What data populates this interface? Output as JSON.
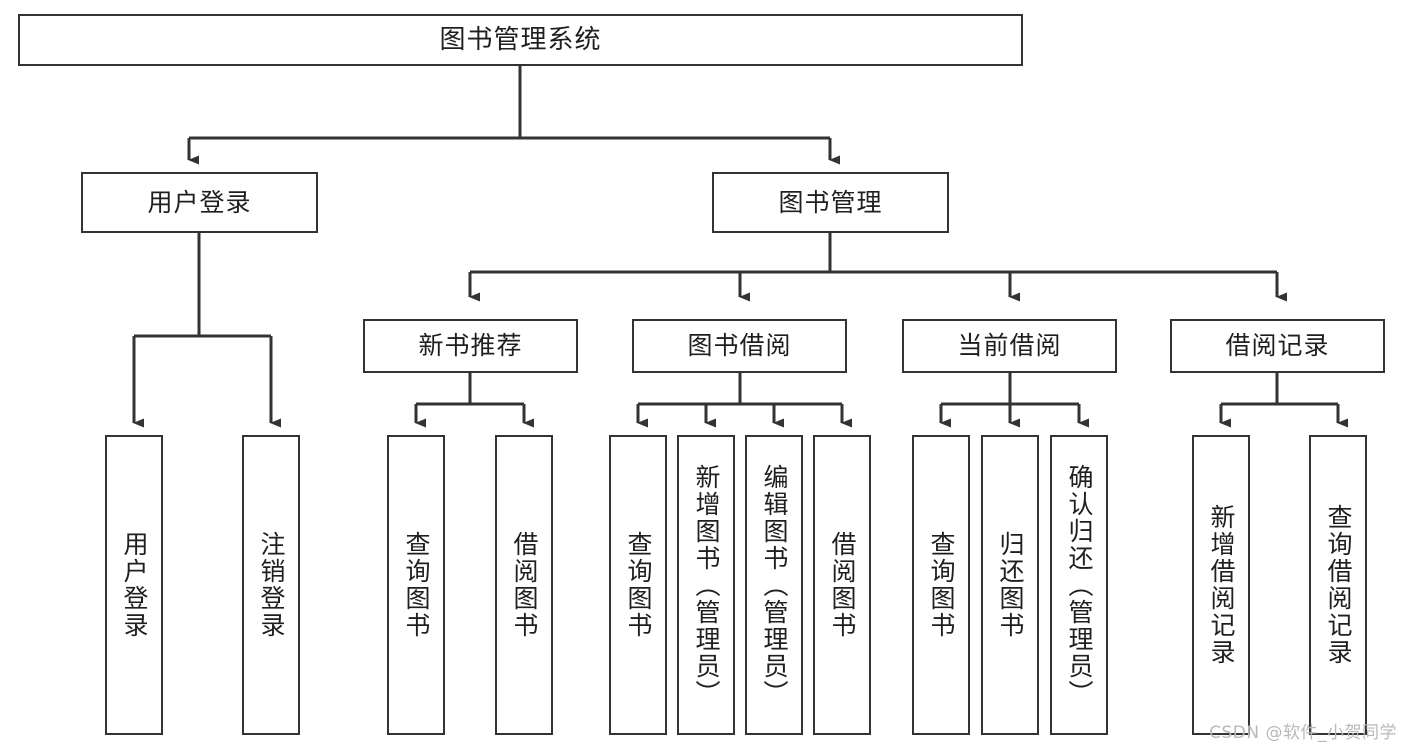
{
  "diagram": {
    "type": "tree-hierarchy-chart",
    "title": "图书管理系统",
    "orientation": "top-down",
    "colors": {
      "background": "#ffffff",
      "node_border": "#333333",
      "node_fill": "#ffffff",
      "connector": "#333333",
      "text": "#1f1f1f",
      "watermark": "#b9b9b9"
    }
  },
  "root": {
    "label": "图书管理系统"
  },
  "level1": [
    {
      "id": "user-login",
      "label": "用户登录"
    },
    {
      "id": "book-management",
      "label": "图书管理"
    }
  ],
  "level2": [
    {
      "id": "new-book-recommend",
      "label": "新书推荐",
      "parent": "book-management"
    },
    {
      "id": "book-borrow",
      "label": "图书借阅",
      "parent": "book-management"
    },
    {
      "id": "current-borrow",
      "label": "当前借阅",
      "parent": "book-management"
    },
    {
      "id": "borrow-record",
      "label": "借阅记录",
      "parent": "book-management"
    }
  ],
  "leaves": {
    "user_login": [
      {
        "id": "leaf-user-login",
        "label": "用户登录"
      },
      {
        "id": "leaf-user-logout",
        "label": "注销登录"
      }
    ],
    "new_book_recommend": [
      {
        "id": "leaf-query-book-1",
        "label": "查询图书"
      },
      {
        "id": "leaf-borrow-book-1",
        "label": "借阅图书"
      }
    ],
    "book_borrow": [
      {
        "id": "leaf-query-book-2",
        "label": "查询图书"
      },
      {
        "id": "leaf-add-book",
        "label": "新增图书（管理员）"
      },
      {
        "id": "leaf-edit-book",
        "label": "编辑图书（管理员）"
      },
      {
        "id": "leaf-borrow-book-2",
        "label": "借阅图书"
      }
    ],
    "current_borrow": [
      {
        "id": "leaf-query-book-3",
        "label": "查询图书"
      },
      {
        "id": "leaf-return-book",
        "label": "归还图书"
      },
      {
        "id": "leaf-confirm-return",
        "label": "确认归还（管理员）"
      }
    ],
    "borrow_record": [
      {
        "id": "leaf-add-record",
        "label": "新增借阅记录"
      },
      {
        "id": "leaf-query-record",
        "label": "查询借阅记录"
      }
    ]
  },
  "watermark": {
    "text": "CSDN @软件_小贺同学"
  }
}
